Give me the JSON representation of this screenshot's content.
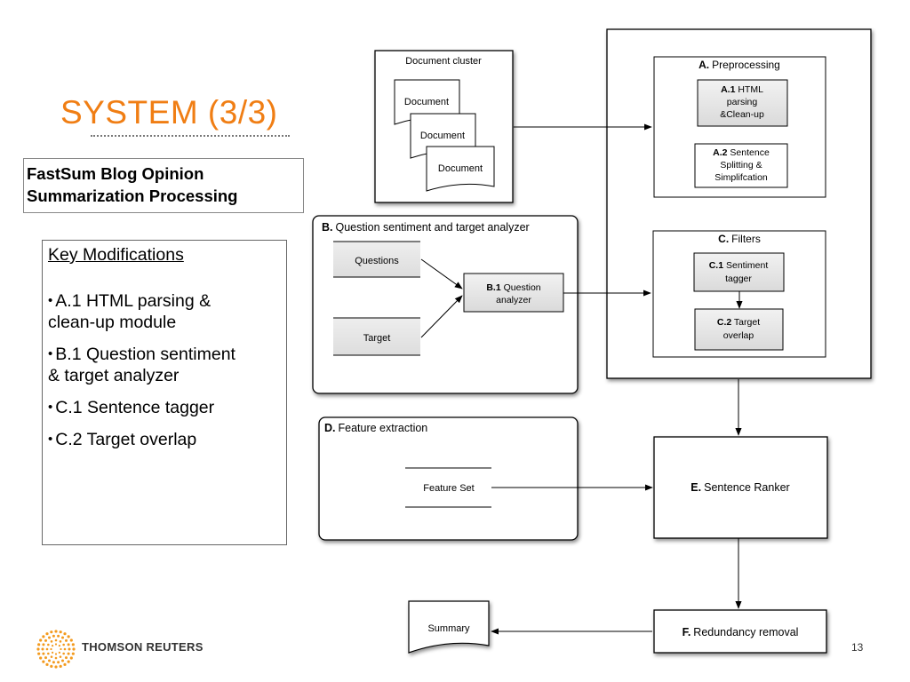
{
  "slide": {
    "title": "SYSTEM (3/3)",
    "subtitle_line1": "FastSum Blog Opinion",
    "subtitle_line2": "Summarization Processing",
    "page_number": "13",
    "logo_text": "THOMSON REUTERS"
  },
  "key_modifications": {
    "heading": "Key Modifications",
    "items": [
      [
        "A.1 HTML parsing &",
        "clean-up module"
      ],
      [
        "B.1 Question sentiment",
        "& target analyzer"
      ],
      [
        "C.1 Sentence tagger"
      ],
      [
        "C.2 Target overlap"
      ]
    ]
  },
  "diagram": {
    "document_cluster": {
      "label": "Document cluster",
      "documents": [
        "Document",
        "Document",
        "Document"
      ]
    },
    "preprocessing": {
      "prefix": "A.",
      "title": "Preprocessing",
      "a1": {
        "prefix": "A.1",
        "lines": [
          " HTML",
          "parsing",
          "&Clean-up"
        ]
      },
      "a2": {
        "prefix": "A.2",
        "lines": [
          " Sentence",
          "Splitting &",
          "Simplifcation"
        ]
      }
    },
    "filters": {
      "prefix": "C.",
      "title": "Filters",
      "c1": {
        "prefix": "C.1",
        "lines": [
          " Sentiment",
          "tagger"
        ]
      },
      "c2": {
        "prefix": "C.2",
        "lines": [
          " Target",
          "overlap"
        ]
      }
    },
    "question_analyzer": {
      "prefix": "B.",
      "title": "Question sentiment and target analyzer",
      "questions": "Questions",
      "target": "Target",
      "b1": {
        "prefix": "B.1",
        "lines": [
          " Question",
          "analyzer"
        ]
      }
    },
    "feature_extraction": {
      "prefix": "D.",
      "title": "Feature extraction",
      "feature_set": "Feature Set"
    },
    "sentence_ranker": {
      "prefix": "E.",
      "title": "Sentence Ranker"
    },
    "redundancy_removal": {
      "prefix": "F.",
      "title": "Redundancy removal"
    },
    "summary": "Summary"
  },
  "colors": {
    "title": "#F07E14",
    "logo": "#F39A1E",
    "module_fill": "#E4E4E4"
  }
}
